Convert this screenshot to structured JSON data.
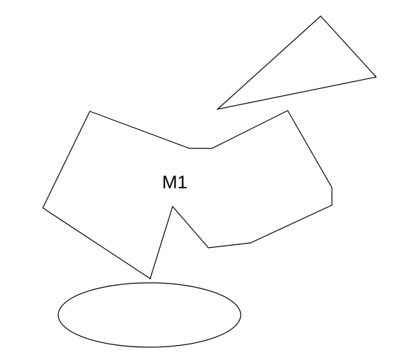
{
  "diagram": {
    "shapes": [
      {
        "kind": "polygon",
        "role": "large-irregular-polygon",
        "label": "M1"
      },
      {
        "kind": "triangle",
        "role": "triangle",
        "label": ""
      },
      {
        "kind": "ellipse",
        "role": "ellipse",
        "label": ""
      }
    ],
    "colors": {
      "stroke": "#000000",
      "background": "#ffffff",
      "fill": "none"
    }
  }
}
